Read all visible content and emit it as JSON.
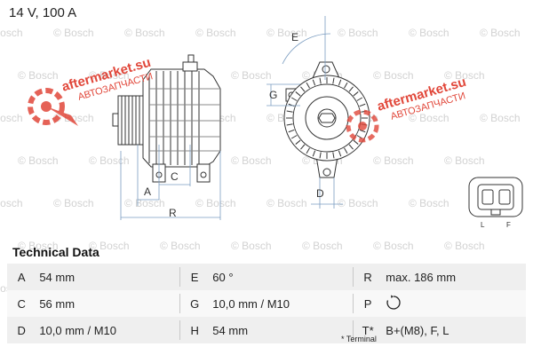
{
  "header": {
    "title": "14 V, 100 A"
  },
  "watermark": {
    "bosch": "© Bosch",
    "brand": "aftermarket.su",
    "brand_sub": "АВТОЗАПЧАСТИ"
  },
  "drawing_labels": {
    "A": "A",
    "C": "C",
    "R": "R",
    "E": "E",
    "G": "G",
    "D": "D",
    "L": "L",
    "F": "F"
  },
  "specs": {
    "title": "Technical Data",
    "rows": [
      [
        {
          "k": "A",
          "v": "54 mm"
        },
        {
          "k": "E",
          "v": "60 °"
        },
        {
          "k": "R",
          "v": "max. 186 mm"
        }
      ],
      [
        {
          "k": "C",
          "v": "56 mm"
        },
        {
          "k": "G",
          "v": "10,0 mm / M10"
        },
        {
          "k": "P",
          "v": ""
        }
      ],
      [
        {
          "k": "D",
          "v": "10,0 mm / M10"
        },
        {
          "k": "H",
          "v": "54 mm"
        },
        {
          "k": "T*",
          "v": "B+(M8), F, L"
        }
      ]
    ],
    "note": "* Terminal"
  },
  "colors": {
    "brand": "#e1473a",
    "drawing": "#333333",
    "dimension": "#7a9cc0",
    "watermark": "#d2d2d2"
  },
  "icons": {
    "rotation": "clockwise-rotation-icon"
  }
}
